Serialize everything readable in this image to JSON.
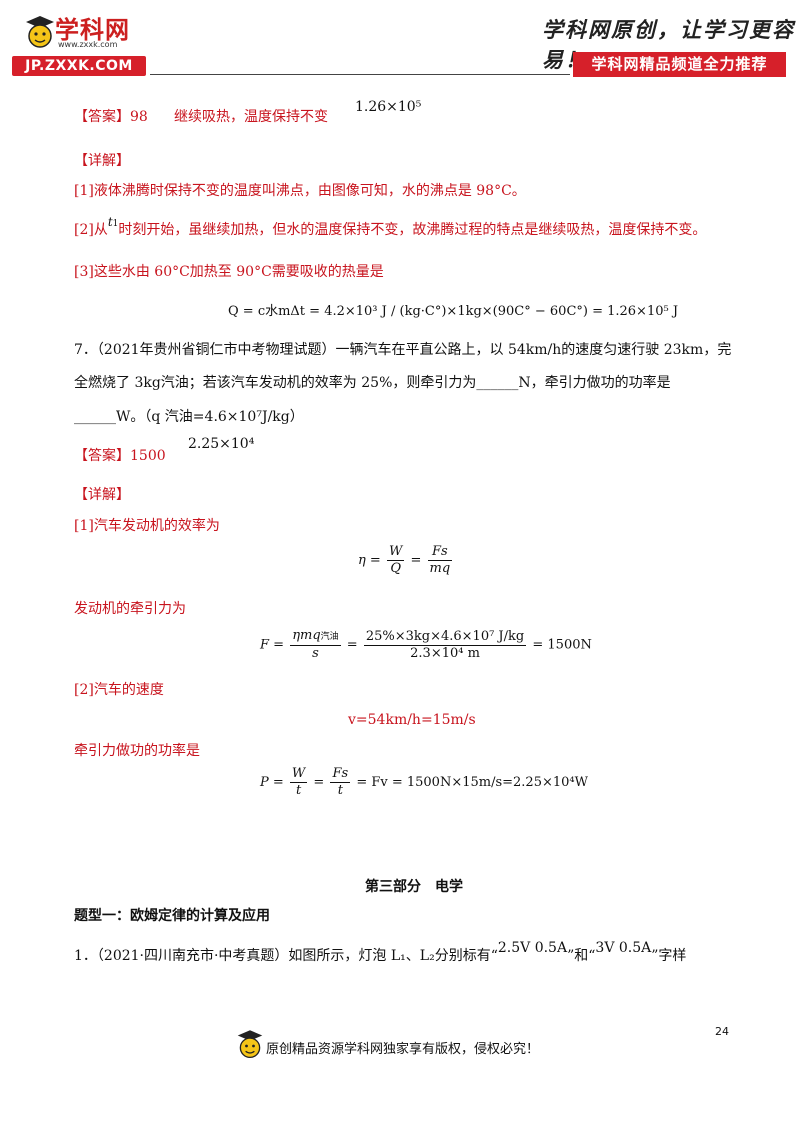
{
  "header": {
    "logo_text": "学科网",
    "logo_url_small": "www.zxxk.com",
    "logo_bar": "JP.ZXXK.COM",
    "slogan": "学科网原创，让学习更容易！",
    "recommend": "学科网精品频道全力推荐"
  },
  "q6": {
    "answer_label": "【答案】",
    "answer_a": "98",
    "answer_b": "继续吸热，温度保持不变",
    "answer_c": "1.26×10⁵",
    "detail_label": "【详解】",
    "p1": "[1]液体沸腾时保持不变的温度叫沸点，由图像可知，水的沸点是 98°C。",
    "p2_pre": "[2]从",
    "p2_t": "t",
    "p2_sub": "1",
    "p2_post": "时刻开始，虽继续加热，但水的温度保持不变，故沸腾过程的特点是继续吸热，温度保持不变。",
    "p3": "[3]这些水由 60°C加热至 90°C需要吸收的热量是",
    "formula": "Q = c水mΔt = 4.2×10³ J / (kg·C°)×1kg×(90C° − 60C°) = 1.26×10⁵ J"
  },
  "q7": {
    "stem_l1": "7．（2021年贵州省铜仁市中考物理试题）一辆汽车在平直公路上，以 54km/h的速度匀速行驶 23km，完",
    "stem_l2": "全燃烧了 3kg汽油；若该汽车发动机的效率为 25%，则牵引力为______N，牵引力做功的功率是",
    "stem_l3": "______W。（q 汽油=4.6×10⁷J/kg）",
    "answer_label": "【答案】",
    "answer_a": "1500",
    "answer_b": "2.25×10⁴",
    "detail_label": "【详解】",
    "p1": "[1]汽车发动机的效率为",
    "p2": "发动机的牵引力为",
    "f2_result": "= 1500N",
    "f2_num": "25%×3kg×4.6×10⁷ J/kg",
    "f2_den": "2.3×10⁴ m",
    "p3": "[2]汽车的速度",
    "v_eq": "v=54km/h=15m/s",
    "p4": "牵引力做功的功率是",
    "p_tail": "= Fv = 1500N×15m/s=2.25×10⁴W"
  },
  "section": {
    "title": "第三部分　电学",
    "type_title": "题型一：欧姆定律的计算及应用",
    "q1": "1．（2021·四川南充市·中考真题）如图所示，灯泡 L₁、L₂分别标有“",
    "q1_a": "2.5V  0.5A",
    "q1_mid": "”和“",
    "q1_b": "3V  0.5A",
    "q1_end": "”字样"
  },
  "footer": {
    "page_number": "24",
    "copyright": "原创精品资源学科网独家享有版权，侵权必究！"
  },
  "colors": {
    "accent": "#c8141e",
    "brand_red": "#d6202a"
  }
}
